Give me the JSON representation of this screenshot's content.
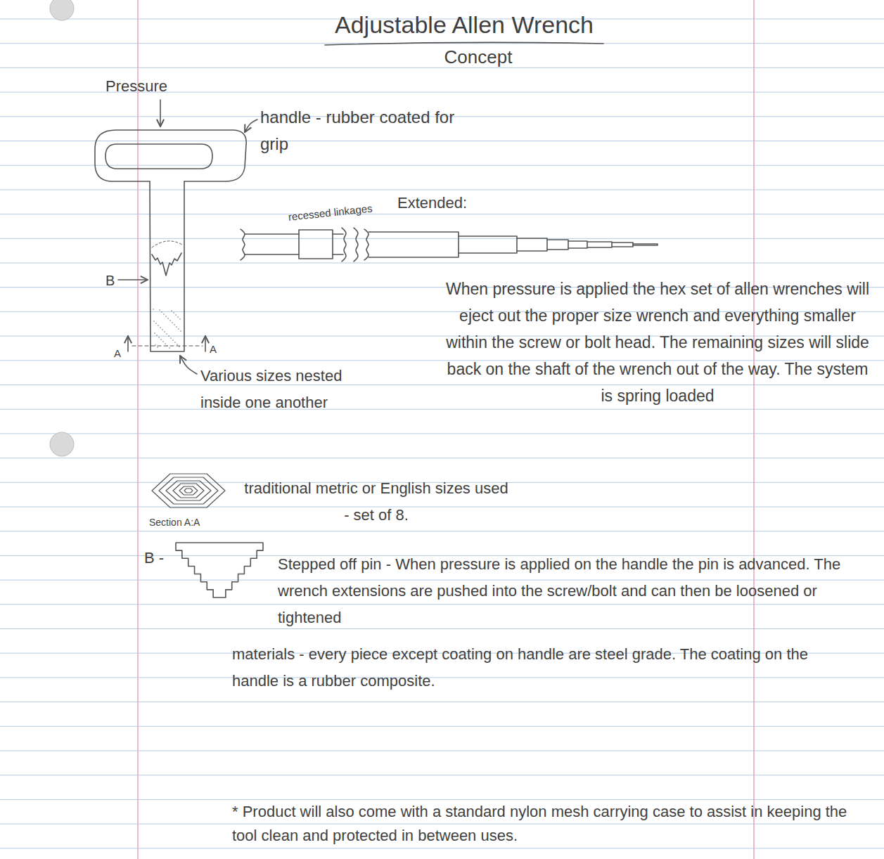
{
  "diagram": {
    "title": "Adjustable Allen Wrench",
    "labels": [
      "Concept",
      "Pressure",
      "handle - rubber coated for grip",
      "Extended:",
      "recessed linkages",
      "B",
      "A",
      "A",
      "Various sizes nested inside one another",
      "When pressure is applied the hex set of allen wrenches will eject out the proper size wrench and everything smaller within the screw or bolt head. The remaining sizes will slide back on the shaft of the wrench out of the way. The system is spring loaded",
      "traditional metric or English sizes used - set of 8.",
      "Section A:A",
      "B -",
      "Stepped off pin - When pressure is applied on the handle the pin is advanced. The wrench extensions are pushed into the screw/bolt and can then be loosened or tightened",
      "materials - every piece except coating on handle are steel grade. The coating on the handle is a rubber composite.",
      "* Product will also come with a standard nylon mesh carrying case to assist in keeping the tool clean and protected in between uses."
    ]
  }
}
